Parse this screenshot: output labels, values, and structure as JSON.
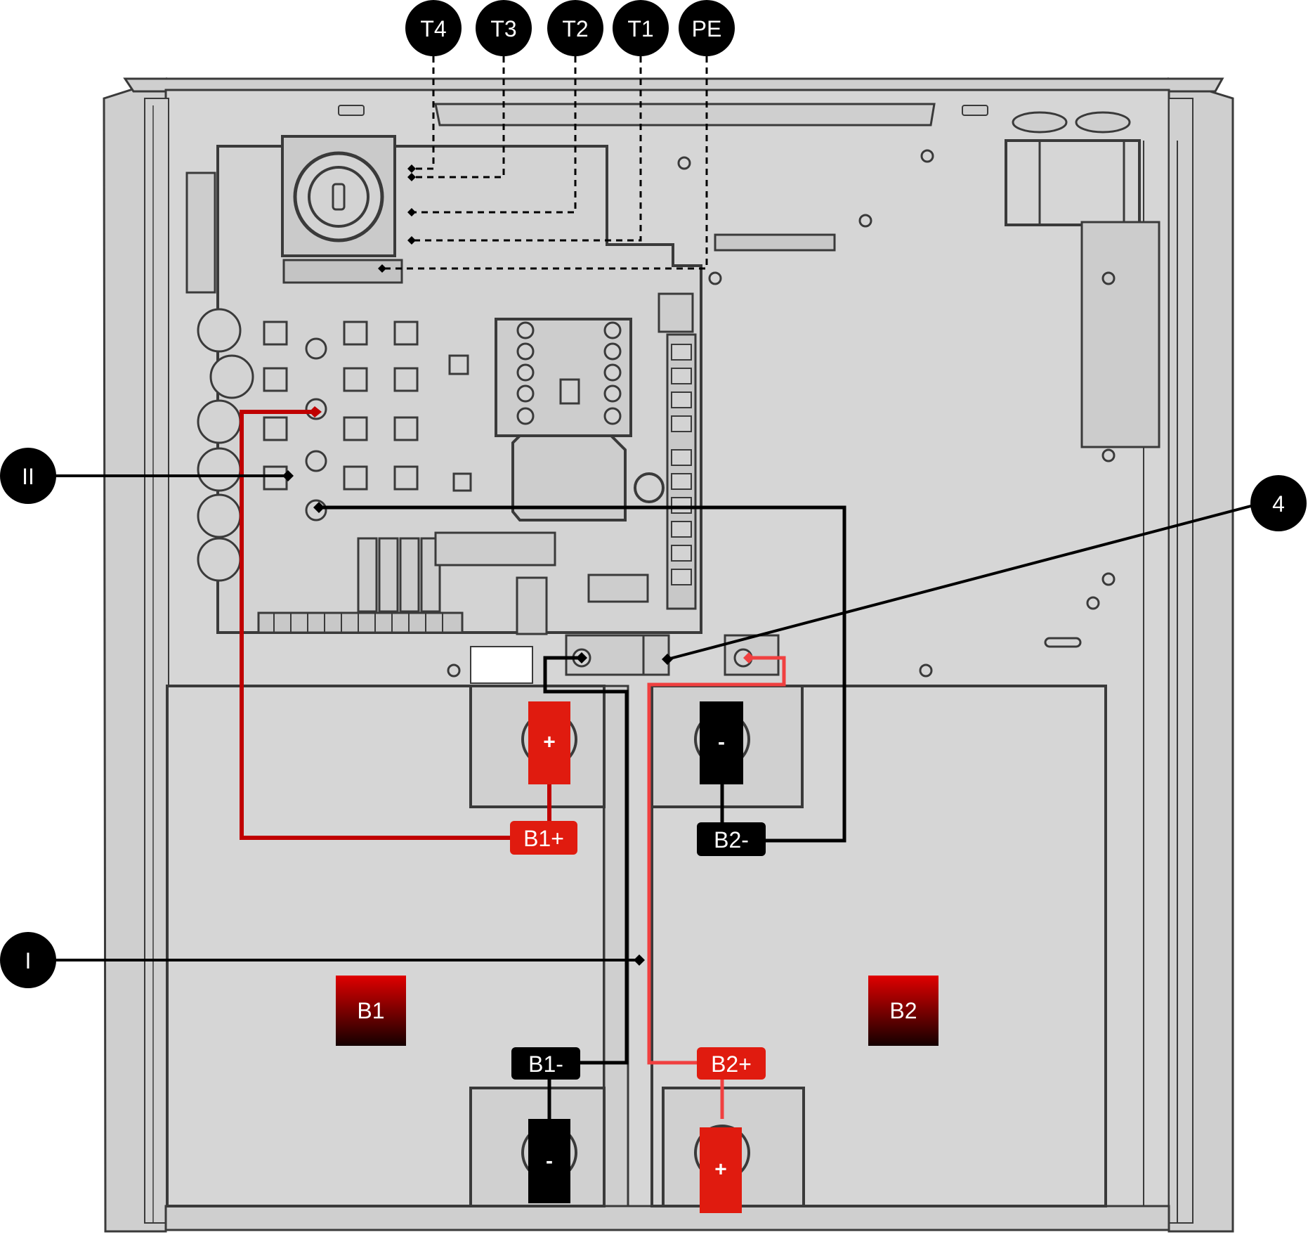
{
  "callouts": {
    "t4": "T4",
    "t3": "T3",
    "t2": "T2",
    "t1": "T1",
    "pe": "PE",
    "ii": "II",
    "i": "I",
    "four": "4"
  },
  "batteries": {
    "b1": "B1",
    "b2": "B2"
  },
  "cable_tags": {
    "b1_plus": "B1+",
    "b2_minus": "B2-",
    "b1_minus": "B1-",
    "b2_plus": "B2+"
  },
  "terminals": {
    "b1_top": "+",
    "b2_top": "-",
    "b1_bottom": "-",
    "b2_bottom": "+"
  },
  "colors": {
    "cabinet": "#d6d6d6",
    "outline": "#3a3a3a",
    "callout": "#000000",
    "positive_b1": "#c00000",
    "positive_b2": "#f04040",
    "tag_red": "#e01b0f",
    "tag_black": "#000000"
  }
}
